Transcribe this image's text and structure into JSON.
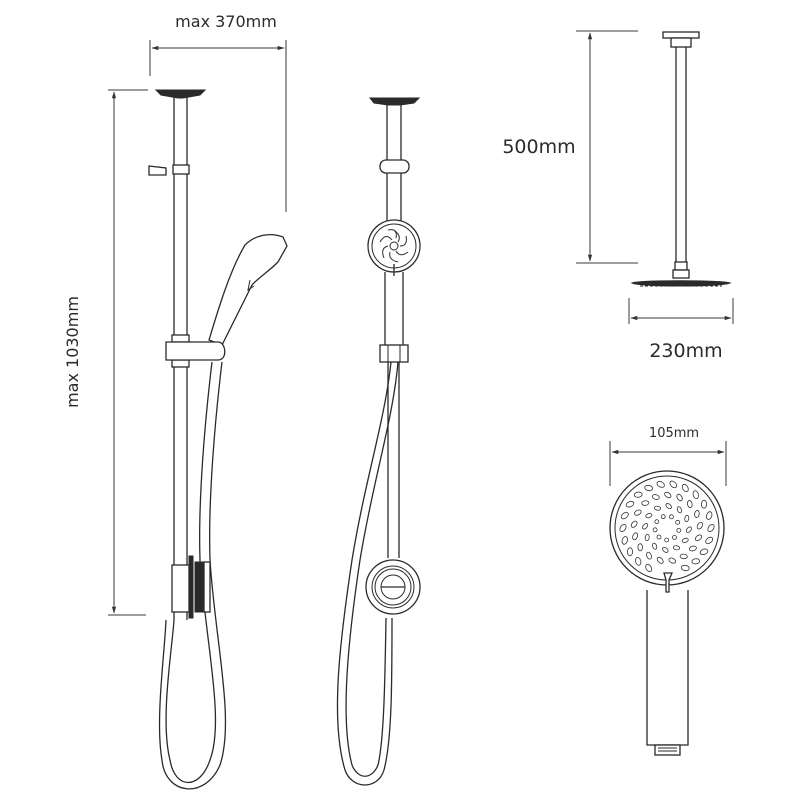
{
  "diagram": {
    "subject": "Shower kit technical dimension drawing",
    "views": [
      {
        "id": "riser-rail-side",
        "label": "Riser rail with handset (side view)"
      },
      {
        "id": "riser-rail-front",
        "label": "Riser rail with handset (front view)"
      },
      {
        "id": "fixed-head-arm",
        "label": "Ceiling arm with fixed head"
      },
      {
        "id": "handset-front",
        "label": "Handset (front view)"
      }
    ],
    "dimensions": {
      "rail_width": "max 370mm",
      "rail_height": "max 1030mm",
      "arm_length": "500mm",
      "head_diameter": "230mm",
      "handset_width": "105mm"
    }
  }
}
